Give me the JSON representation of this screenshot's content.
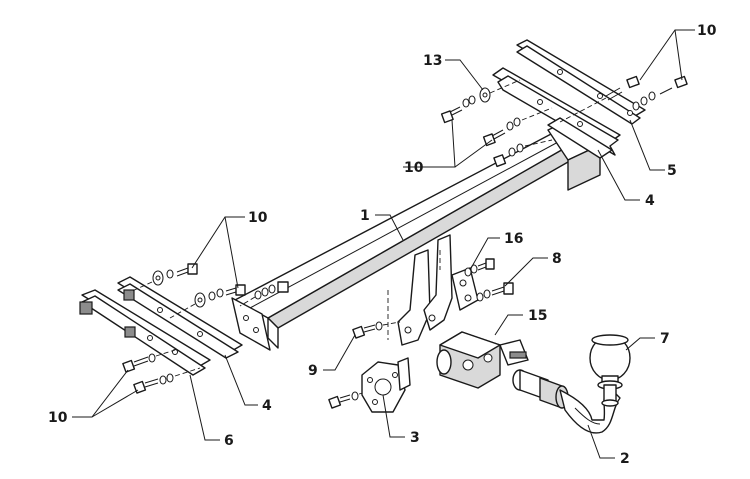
{
  "labels": {
    "p1": "1",
    "p2": "2",
    "p3": "3",
    "p4a": "4",
    "p4b": "4",
    "p5": "5",
    "p6": "6",
    "p7": "7",
    "p8": "8",
    "p9": "9",
    "p10a": "10",
    "p10b": "10",
    "p10c": "10",
    "p10d": "10",
    "p13": "13",
    "p15": "15",
    "p16": "16"
  }
}
